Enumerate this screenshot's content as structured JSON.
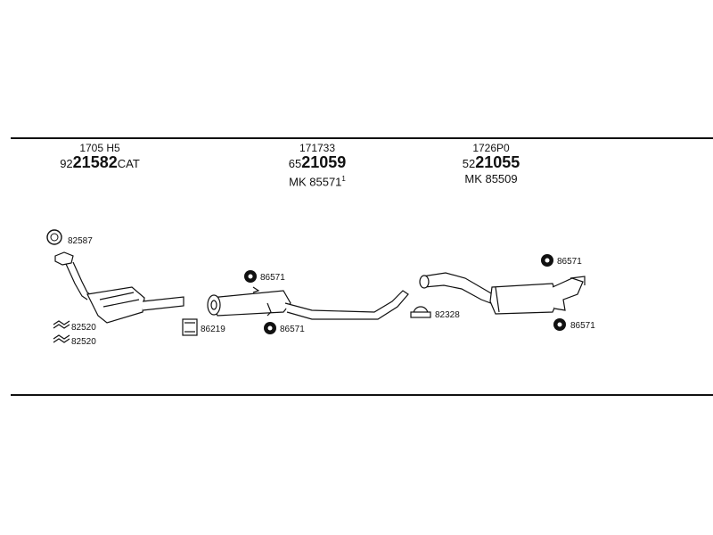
{
  "sections": [
    {
      "code": "1705 H5",
      "main_prefix": "92",
      "main_number": "21582",
      "main_suffix": "CAT",
      "mk": "",
      "mk_sup": ""
    },
    {
      "code": "171733",
      "main_prefix": "65",
      "main_number": "21059",
      "main_suffix": "",
      "mk": "MK 85571",
      "mk_sup": "1"
    },
    {
      "code": "1726P0",
      "main_prefix": "52",
      "main_number": "21055",
      "main_suffix": "",
      "mk": "MK 85509",
      "mk_sup": ""
    }
  ],
  "labels": {
    "ring_82587": "82587",
    "clamp_82520_a": "82520",
    "clamp_82520_b": "82520",
    "bolt_86219": "86219",
    "rubber_86571_a": "86571",
    "rubber_86571_b": "86571",
    "clamp_82328": "82328",
    "rubber_86571_c": "86571",
    "rubber_86571_d": "86571"
  }
}
